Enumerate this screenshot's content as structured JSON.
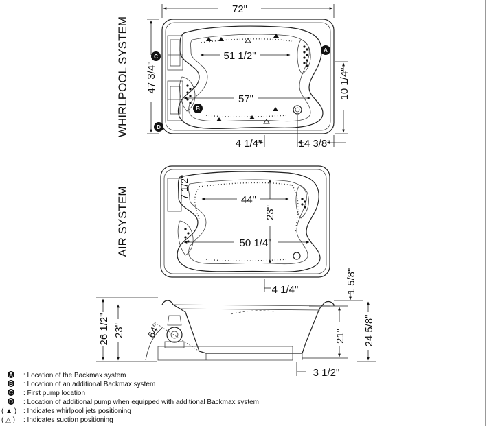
{
  "labels": {
    "whirlpool_system": "WHIRLPOOL SYSTEM",
    "air_system": "AIR SYSTEM"
  },
  "dimensions": {
    "top_width": "72\"",
    "top_depth": "47 3/4\"",
    "inner_top": "51 1/2\"",
    "inner_bottom": "57\"",
    "right_height": "10 1/4\"",
    "bottom_left_offset": "4 1/4\"",
    "bottom_right_offset": "14 3/8\"",
    "air_inner_top": "44\"",
    "air_inner_bottom": "50 1/4\"",
    "air_inner_height": "23\"",
    "air_left_small": "7 1/2\"",
    "air_bottom_offset": "4 1/4\"",
    "side_height_total": "26 1/2\"",
    "side_height": "23\"",
    "side_angle": "64°",
    "side_rim": "1 5/8\"",
    "side_inner_depth": "21\"",
    "side_right_height": "24 5/8\"",
    "side_bottom_offset": "3 1/2\""
  },
  "markers": {
    "a": "A",
    "b": "B",
    "c": "C",
    "d": "D"
  },
  "legend": [
    {
      "symbol": "A",
      "text": ": Location of the Backmax system"
    },
    {
      "symbol": "B",
      "text": ": Location of an additional Backmax system"
    },
    {
      "symbol": "C",
      "text": ": First pump location"
    },
    {
      "symbol": "D",
      "text": ": Location of additional pump when equipped with additional Backmax system"
    },
    {
      "symbol": "( ▲ )",
      "text": ": Indicates whirlpool jets positioning"
    },
    {
      "symbol": "( △ )",
      "text": ": Indicates suction positioning"
    }
  ]
}
